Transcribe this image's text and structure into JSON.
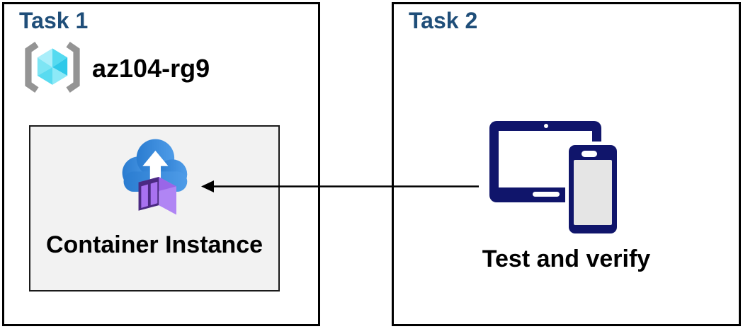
{
  "task1": {
    "title": "Task 1",
    "resource_group_name": "az104-rg9",
    "container_label": "Container Instance"
  },
  "task2": {
    "title": "Task 2",
    "caption": "Test and verify"
  },
  "arrow": {
    "from": "task2-devices",
    "to": "task1-container-instance",
    "direction": "right-to-left",
    "style": "solid-black"
  },
  "icons": {
    "resource_group": "azure-resource-group",
    "container_instance": "azure-container-instance",
    "devices": "tablet-and-phone"
  },
  "colors": {
    "task_title": "#1f4e79",
    "box_border": "#000000",
    "inner_box_bg": "#f2f2f2",
    "inner_box_border": "#1a1a1a",
    "device_navy": "#10156b",
    "device_screen_gray": "#e5e5e5",
    "cloud_blue_dark": "#2a7cd0",
    "cloud_blue_light": "#4f9ce8",
    "container_front": "#4b2a82",
    "container_panel": "#a872f0",
    "container_side": "#b085f4",
    "container_top": "#9a66e8",
    "bracket_gray": "#949494",
    "cube_cyan_light": "#aaeefa",
    "cube_cyan_mid": "#55daf0",
    "cube_cyan_dark": "#2fc9e9",
    "label_text": "#000000"
  }
}
